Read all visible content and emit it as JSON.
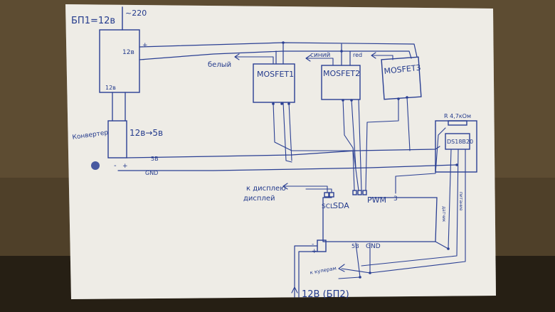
{
  "colors": {
    "table_wood": "#5a4a32",
    "paper": "#f4f2ee",
    "ink": "#2a3f93"
  },
  "labels": {
    "psu1": "БП1=12в",
    "mains": "~220",
    "psu_12v": "12в",
    "psu_12v_bottom": "12в",
    "converter": "Конвертер",
    "converter_ratio": "12в→5в",
    "rail_5v": "5В",
    "rail_gnd": "GND",
    "mosfet1": "MOSFET1",
    "mosfet2": "MOSFET2",
    "mosfet3": "MOSFET3",
    "to_white": "белый",
    "to_blue": "синий",
    "to_red": "red",
    "ds18b20": "DS18B20",
    "resistor": "R 4,7кОм",
    "sensor_data": "датчик",
    "sensor_power": "питание",
    "to_display": "к дисплею",
    "to_display_2": "дисплей",
    "scl": "SCL",
    "sda": "SDA",
    "pwm": "PWM",
    "pin_3": "3",
    "pin_5v": "5В",
    "gnd": "GND",
    "to_fans": "к кулерам",
    "psu2": "12В (БП2)"
  }
}
